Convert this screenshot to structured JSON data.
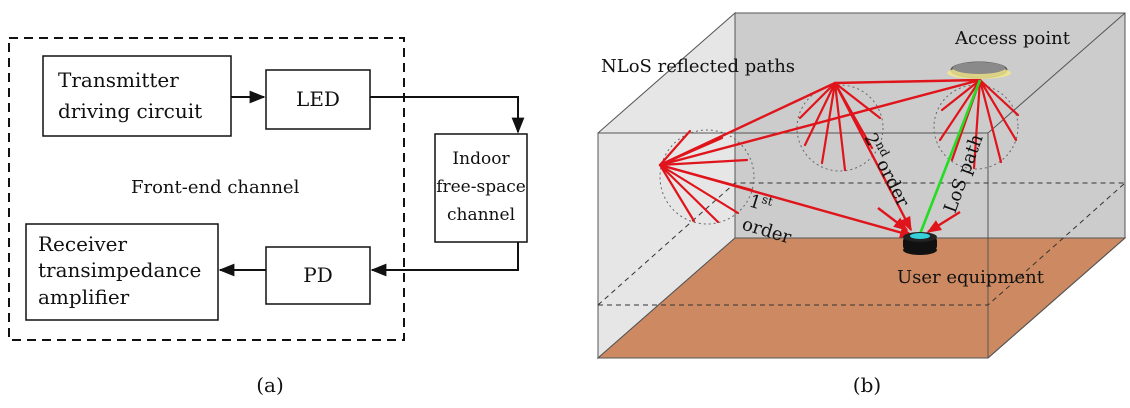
{
  "figure": {
    "panel_a": {
      "caption": "(a)",
      "blocks": {
        "transmitter": [
          "Transmitter",
          "driving circuit"
        ],
        "led": "LED",
        "channel": [
          "Indoor",
          "free-space",
          "channel"
        ],
        "pd": "PD",
        "receiver": [
          "Receiver",
          "transimpedance",
          "amplifier"
        ]
      },
      "front_end_label": "Front-end channel"
    },
    "panel_b": {
      "caption": "(b)",
      "labels": {
        "nlos": "NLoS reflected paths",
        "access_point": "Access point",
        "user_equipment": "User equipment",
        "second_order_num": "2",
        "second_order_sup": "nd",
        "second_order_word": "order",
        "first_order_num": "1",
        "first_order_sup": "st",
        "first_order_word": "order",
        "los": "LoS path"
      },
      "colors": {
        "nlos_rays": "#e0141b",
        "los_ray": "#22dd22",
        "floor": "#cd8a62",
        "back_wall": "#cccccc",
        "side_wall": "#e6e6e6"
      }
    }
  }
}
